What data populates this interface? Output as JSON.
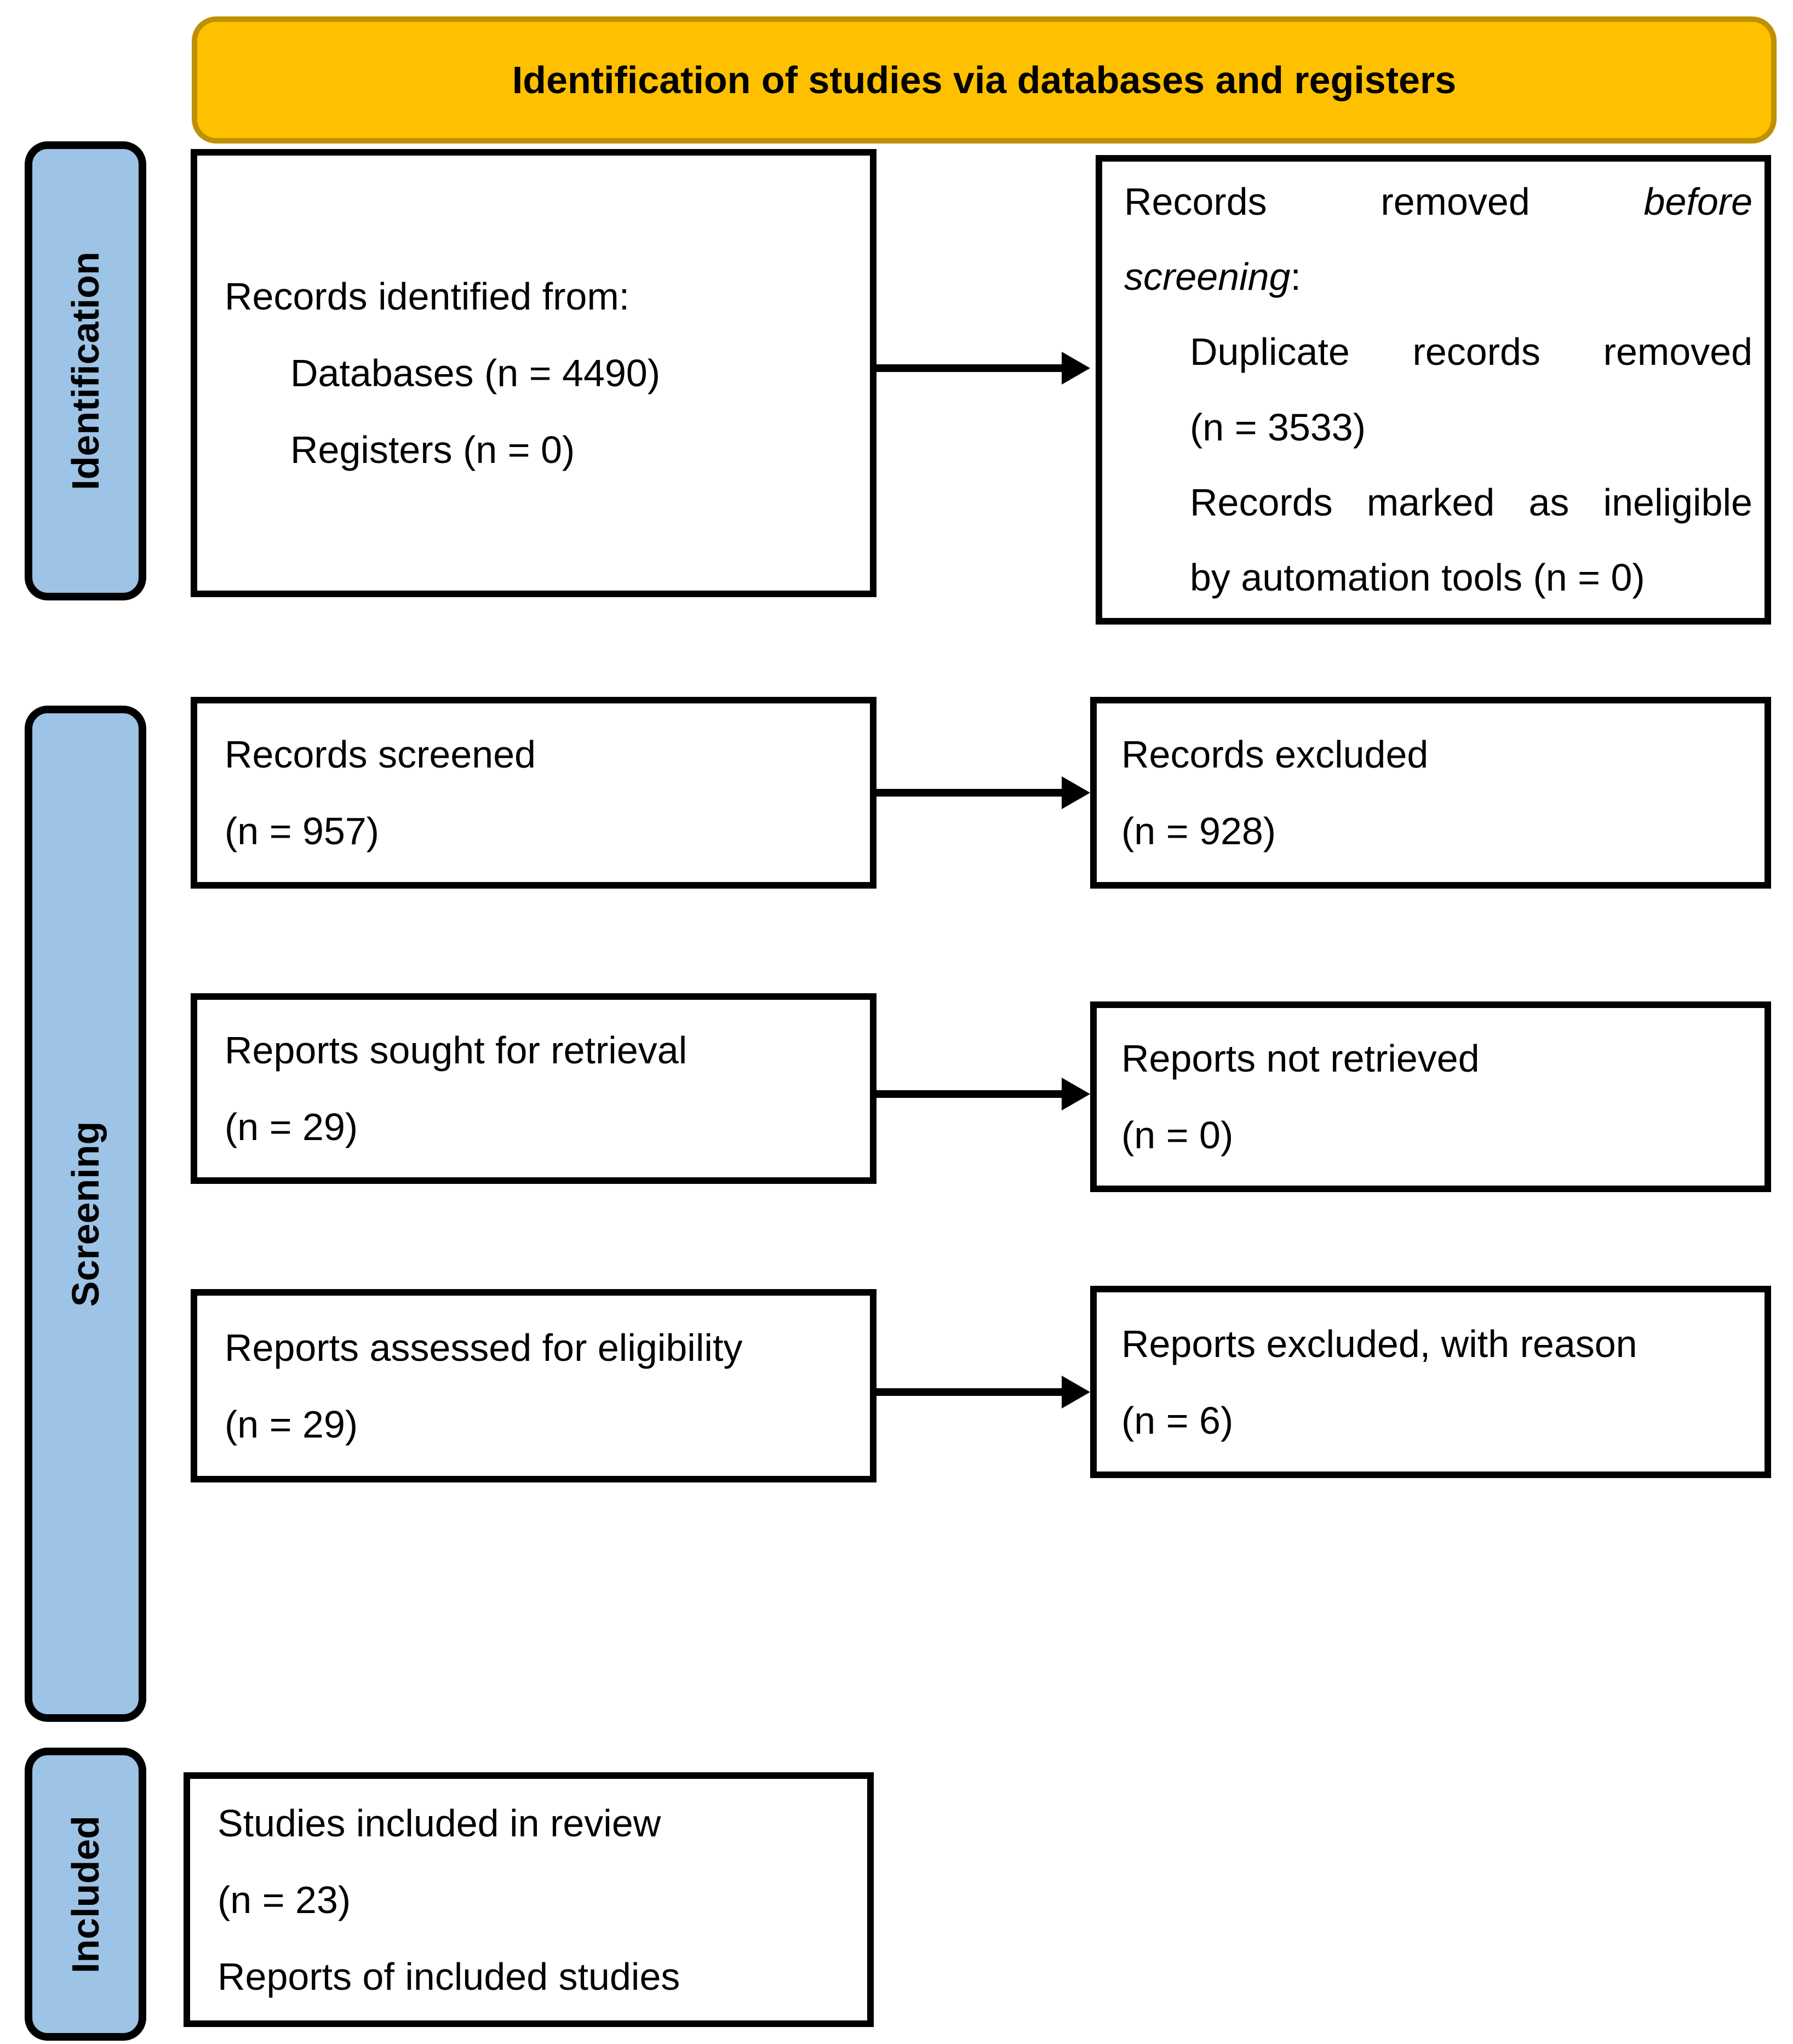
{
  "banner": {
    "title": "Identification of studies via databases and registers"
  },
  "stages": {
    "identification": "Identification",
    "screening": "Screening",
    "included": "Included"
  },
  "boxes": {
    "records_identified": {
      "heading": "Records identified from:",
      "databases": "Databases (n = 4490)",
      "registers": "Registers (n = 0)"
    },
    "records_removed": {
      "heading_normal": "Records removed",
      "heading_italic_word1": "before",
      "heading_italic_word2": "screening",
      "heading_colon": ":",
      "duplicates_line1": "Duplicate records removed",
      "duplicates_line2": "(n = 3533)",
      "ineligible_line1": "Records marked as ineligible",
      "ineligible_line2": "by automation tools (n = 0)"
    },
    "records_screened": {
      "line1": "Records screened",
      "line2": "(n = 957)"
    },
    "records_excluded": {
      "line1": "Records excluded",
      "line2": "(n = 928)"
    },
    "reports_sought": {
      "line1": "Reports sought for retrieval",
      "line2": "(n = 29)"
    },
    "reports_not_retrieved": {
      "line1": "Reports not retrieved",
      "line2": "(n = 0)"
    },
    "reports_assessed": {
      "line1": "Reports assessed for eligibility",
      "line2": "(n = 29)"
    },
    "reports_excluded_reason": {
      "line1": "Reports excluded, with reason",
      "line2": "(n = 6)"
    },
    "studies_included": {
      "line1": "Studies included in review",
      "line2": "(n = 23)",
      "line3": "Reports of included studies"
    }
  },
  "colors": {
    "banner_fill": "#FFC000",
    "banner_border": "#BF9000",
    "stage_fill": "#9DC3E6",
    "line_color": "#000000"
  }
}
